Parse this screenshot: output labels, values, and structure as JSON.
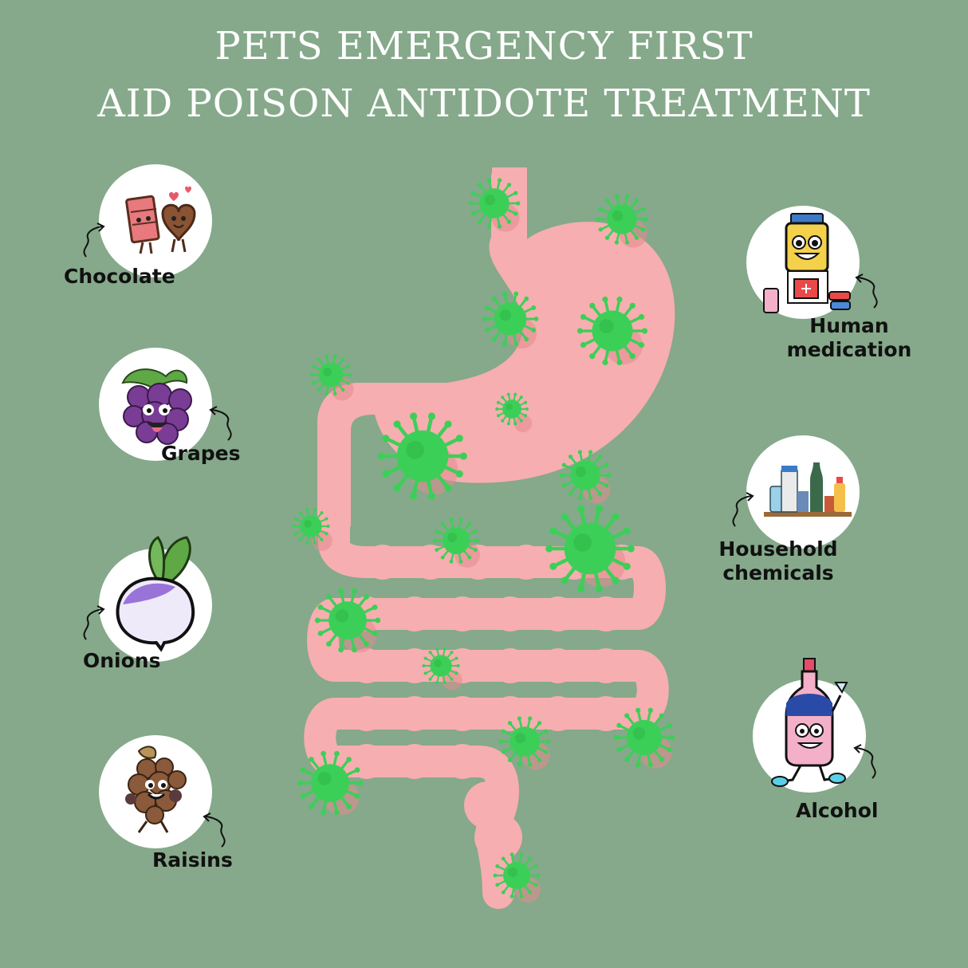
{
  "title": {
    "line1": "PETS EMERGENCY FIRST",
    "line2": "AID POISON ANTIDOTE TREATMENT"
  },
  "toxins_left": [
    {
      "label": "Chocolate",
      "icon": "chocolate-icon"
    },
    {
      "label": "Grapes",
      "icon": "grapes-icon"
    },
    {
      "label": "Onions",
      "icon": "onion-icon"
    },
    {
      "label": "Raisins",
      "icon": "raisins-icon"
    }
  ],
  "toxins_right": [
    {
      "label_line1": "Human",
      "label_line2": "medication",
      "icon": "medication-icon"
    },
    {
      "label_line1": "Household",
      "label_line2": "chemicals",
      "icon": "chemicals-icon"
    },
    {
      "label": "Alcohol",
      "icon": "alcohol-icon"
    }
  ],
  "colors": {
    "background": "#85a98a",
    "digestive_tract": "#f6aeb0",
    "germs": "#3ccf58",
    "text": "#111111",
    "title": "#ffffff"
  }
}
